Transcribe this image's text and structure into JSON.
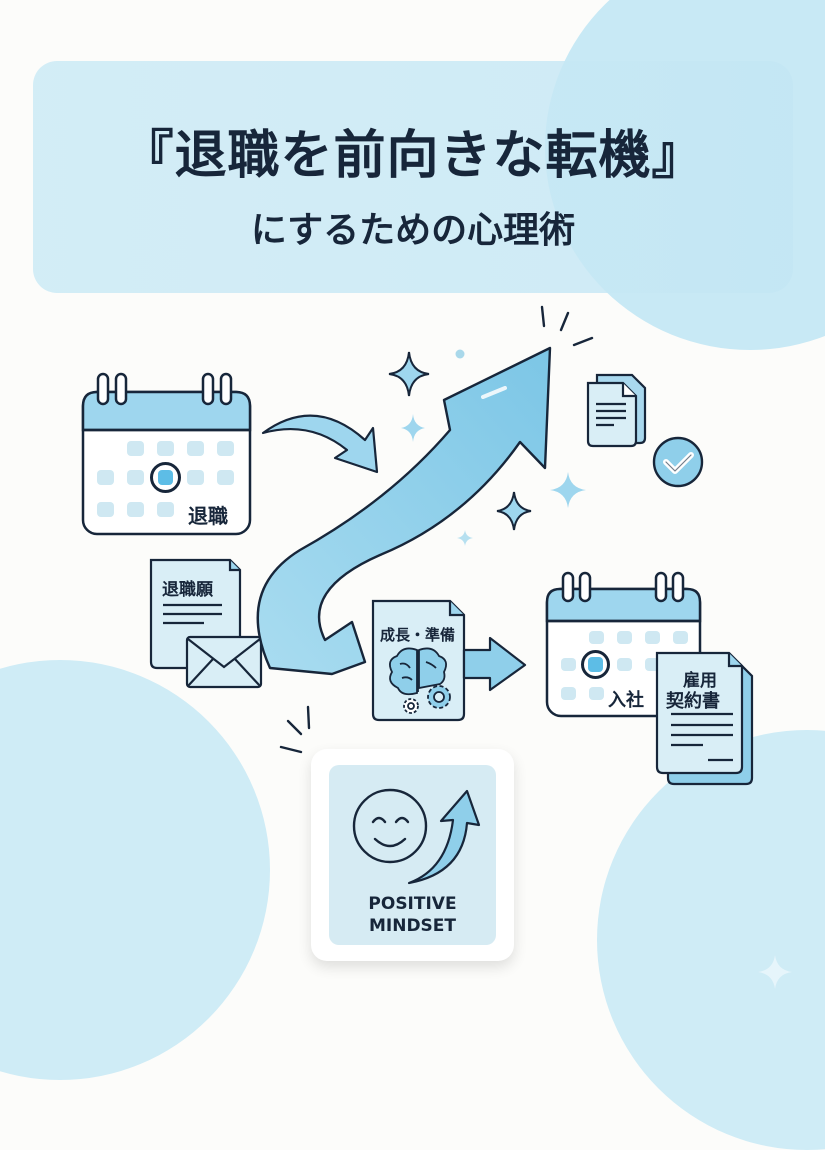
{
  "title": {
    "main": "『退職を前向きな転機』",
    "sub": "にするための心理術"
  },
  "illustrations": {
    "resignation_calendar": {
      "label": "退職"
    },
    "resignation_letter": {
      "label": "退職願"
    },
    "growth_document": {
      "label": "成長・準備"
    },
    "joining_calendar": {
      "label": "入社"
    },
    "employment_contract": {
      "label_line1": "雇用",
      "label_line2": "契約書"
    },
    "positive_mindset_card": {
      "line1": "POSITIVE",
      "line2": "MINDSET"
    }
  },
  "icons": [
    "calendar-icon",
    "letter-document-icon",
    "envelope-icon",
    "curved-arrow-icon",
    "growth-arrow-icon",
    "sparkle-icon",
    "documents-icon",
    "checkmark-circle-icon",
    "brain-icon",
    "gear-icon",
    "right-arrow-icon",
    "contract-document-icon",
    "smiley-face-icon",
    "up-arrow-icon"
  ],
  "colors": {
    "background": "#fcfcfa",
    "accent_blue": "#8fd0ea",
    "light_blue": "#d6ebf3",
    "outline": "#17263a",
    "circle_blue": "#cfecf6"
  }
}
